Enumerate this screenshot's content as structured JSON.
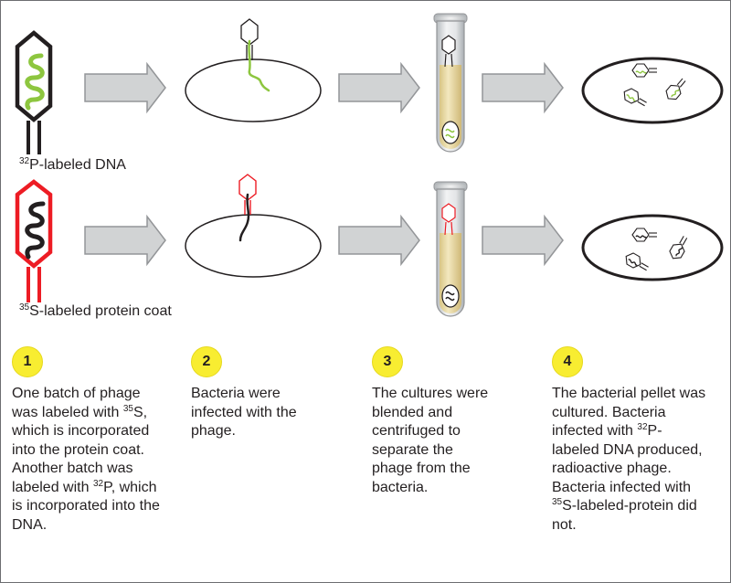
{
  "colors": {
    "dna_green": "#8dc63f",
    "protein_red": "#ed1c24",
    "black": "#231f20",
    "arrow_fill": "#d1d3d4",
    "arrow_stroke": "#939598",
    "badge": "#f8ed31",
    "tube_fluid": "#e9d9a3"
  },
  "row_labels": {
    "top": {
      "isotope": "32",
      "text": "P-labeled DNA"
    },
    "bottom": {
      "isotope": "35",
      "text": "S-labeled protein coat"
    }
  },
  "steps": [
    {
      "number": "1",
      "parts": [
        {
          "t": "One batch of phage was labeled with "
        },
        {
          "sup": "35"
        },
        {
          "t": "S, which is incorporated into the protein coat. Another batch was labeled with "
        },
        {
          "sup": "32"
        },
        {
          "t": "P, which is incorporated into the DNA."
        }
      ]
    },
    {
      "number": "2",
      "parts": [
        {
          "t": "Bacteria were infected with the phage."
        }
      ]
    },
    {
      "number": "3",
      "parts": [
        {
          "t": "The cultures were blended and centrifuged to separate the phage from the bacteria."
        }
      ]
    },
    {
      "number": "4",
      "parts": [
        {
          "t": "The bacterial pellet was cultured. Bacteria infected with "
        },
        {
          "sup": "32"
        },
        {
          "t": "P-labeled DNA produced, radioactive phage. Bacteria infected with "
        },
        {
          "sup": "35"
        },
        {
          "t": "S-labeled-protein did not."
        }
      ]
    }
  ]
}
